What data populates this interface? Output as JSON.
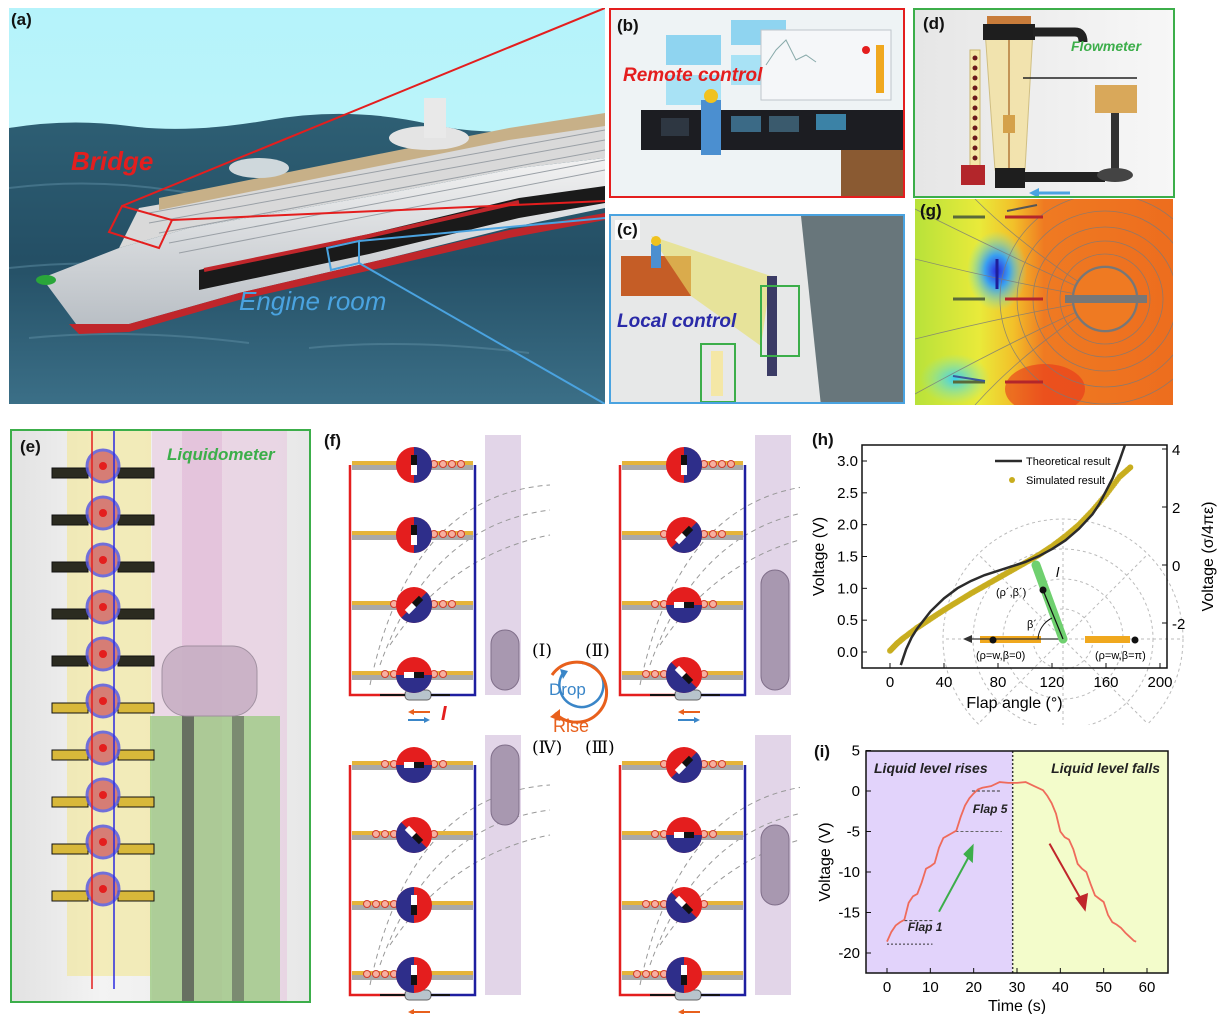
{
  "panels": {
    "a": {
      "label": "(a)",
      "bridge_label": "Bridge",
      "engine_label": "Engine room"
    },
    "b": {
      "label": "(b)",
      "title": "Remote control"
    },
    "c": {
      "label": "(c)",
      "title": "Local control"
    },
    "d": {
      "label": "(d)",
      "title": "Flowmeter"
    },
    "e": {
      "label": "(e)",
      "title": "Liquidometer"
    },
    "f": {
      "label": "(f)",
      "states": [
        "(Ⅰ)",
        "(Ⅱ)",
        "(Ⅲ)",
        "(Ⅳ)"
      ],
      "cycle_inner": "Drop",
      "cycle_outer": "Rise",
      "current_symbol": "I"
    },
    "g": {
      "label": "(g)"
    },
    "h": {
      "label": "(h)"
    },
    "i": {
      "label": "(i)"
    }
  },
  "colors": {
    "bridge_red": "#e41e1e",
    "engine_blue": "#4aa3e0",
    "local_blue": "#2a2aa8",
    "panel_green": "#3cae4a",
    "rise_orange": "#e8601c",
    "drop_blue": "#3a86c8",
    "sim_gold": "#c8ad1e",
    "theory_dark": "#2b2b2b",
    "rise_bg": "#e2d3fb",
    "fall_bg": "#f3fccb",
    "curve_i": "#ef6b5b"
  },
  "chart_data": [
    {
      "id": "h",
      "type": "line",
      "title": "",
      "xlabel": "Flap angle (°)",
      "ylabel": "Voltage (V)",
      "y2label": "Voltage (σ/4πε)",
      "xlim": [
        -20,
        200
      ],
      "ylim": [
        -0.08,
        3.25
      ],
      "y2lim": [
        -3.45,
        4
      ],
      "xticks": [
        0,
        40,
        80,
        120,
        160,
        200
      ],
      "yticks": [
        0.0,
        0.5,
        1.0,
        1.5,
        2.0,
        2.5,
        3.0
      ],
      "ytick_labels": [
        "0.0",
        "0.5",
        "1.0",
        "1.5",
        "2.0",
        "2.5",
        "3.0"
      ],
      "y2ticks": [
        -2,
        0,
        2,
        4
      ],
      "legend": {
        "position": "top-right",
        "entries": [
          "Theoretical result",
          "Simulated result"
        ]
      },
      "series": [
        {
          "name": "Theoretical result",
          "style": "line",
          "axis": "y2",
          "x": [
            8,
            12,
            16,
            20,
            25,
            30,
            40,
            50,
            60,
            70,
            80,
            90,
            100,
            110,
            120,
            130,
            140,
            150,
            155,
            160,
            165,
            170,
            173,
            176
          ],
          "y": [
            -3.45,
            -2.9,
            -2.5,
            -2.2,
            -1.9,
            -1.6,
            -1.15,
            -0.8,
            -0.55,
            -0.35,
            -0.2,
            -0.05,
            0.1,
            0.3,
            0.55,
            0.85,
            1.25,
            1.75,
            2.1,
            2.55,
            3.0,
            3.6,
            4.0,
            4.4
          ]
        },
        {
          "name": "Simulated result",
          "style": "scatter",
          "axis": "y",
          "x": [
            0,
            5,
            10,
            20,
            30,
            40,
            50,
            60,
            70,
            80,
            90,
            100,
            110,
            120,
            130,
            140,
            150,
            160,
            170,
            178
          ],
          "y": [
            0.02,
            0.13,
            0.22,
            0.38,
            0.52,
            0.66,
            0.79,
            0.92,
            1.04,
            1.16,
            1.28,
            1.4,
            1.52,
            1.66,
            1.82,
            2.0,
            2.22,
            2.47,
            2.75,
            2.9
          ]
        }
      ],
      "inset": {
        "axis_label": "l",
        "point_label": "(ρ´,β´)",
        "angle_label": "β´",
        "left_plate_label": "(ρ=w,β=0)",
        "right_plate_label": "(ρ=w,β=π)"
      }
    },
    {
      "id": "i",
      "type": "line",
      "title": "",
      "xlabel": "Time (s)",
      "ylabel": "Voltage (V)",
      "xlim": [
        -5,
        65
      ],
      "ylim": [
        -22.5,
        5
      ],
      "xticks": [
        0,
        10,
        20,
        30,
        40,
        50,
        60
      ],
      "yticks": [
        5,
        0,
        -5,
        -10,
        -15,
        -20
      ],
      "regions": [
        {
          "label": "Liquid level rises",
          "from": -5,
          "to": 29
        },
        {
          "label": "Liquid level falls",
          "from": 29,
          "to": 65
        }
      ],
      "annotations": [
        {
          "text": "Flap 1",
          "y_range": [
            -18.9,
            -16
          ]
        },
        {
          "text": "Flap 5",
          "y_range": [
            -5,
            0
          ]
        }
      ],
      "series": [
        {
          "name": "Voltage",
          "x": [
            0,
            1,
            2,
            3,
            4,
            5,
            6,
            7,
            8,
            9,
            10,
            11,
            12,
            13,
            14,
            15,
            16,
            17,
            18,
            19,
            20,
            21,
            22,
            24,
            26,
            28,
            30,
            32,
            34,
            36,
            37,
            38,
            39,
            40,
            41,
            42,
            43,
            44,
            45,
            46,
            47,
            48,
            49,
            50,
            51,
            52,
            53,
            54,
            55,
            56,
            57,
            57.5
          ],
          "y": [
            -18.6,
            -17.4,
            -16.6,
            -16.2,
            -15.9,
            -13.8,
            -13.0,
            -12.7,
            -11.3,
            -9.6,
            -9.3,
            -8.9,
            -7.0,
            -5.8,
            -5.5,
            -5.2,
            -4.9,
            -3.2,
            -1.8,
            -0.9,
            -0.3,
            0.2,
            0.4,
            0.6,
            1.1,
            1.0,
            1.0,
            1.1,
            0.6,
            0.1,
            -0.6,
            -1.5,
            -2.8,
            -5.0,
            -5.7,
            -6.0,
            -7.2,
            -9.0,
            -9.6,
            -10.0,
            -11.5,
            -12.9,
            -13.3,
            -13.7,
            -15.3,
            -16.2,
            -16.5,
            -16.9,
            -17.5,
            -18.0,
            -18.5,
            -18.6
          ]
        }
      ]
    }
  ]
}
